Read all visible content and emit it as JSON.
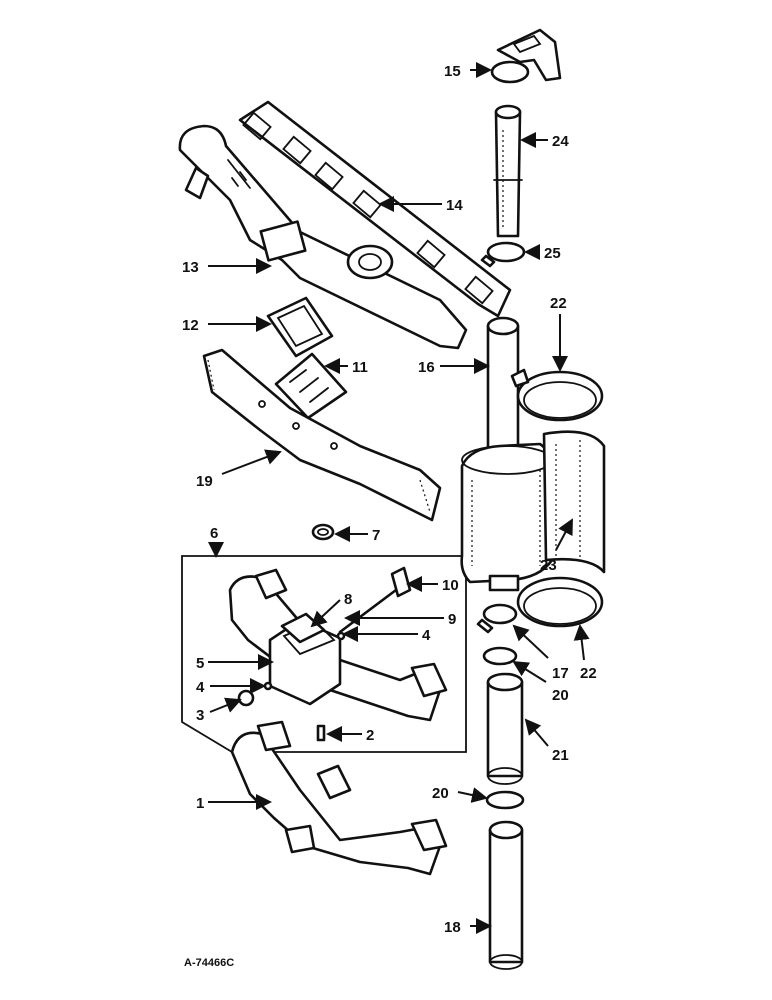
{
  "callouts": {
    "c1": "1",
    "c2": "2",
    "c3": "3",
    "c4a": "4",
    "c4b": "4",
    "c5": "5",
    "c6": "6",
    "c7": "7",
    "c8": "8",
    "c9": "9",
    "c10": "10",
    "c11": "11",
    "c12": "12",
    "c13": "13",
    "c14": "14",
    "c15": "15",
    "c16": "16",
    "c17": "17",
    "c18": "18",
    "c19": "19",
    "c20a": "20",
    "c20b": "20",
    "c21": "21",
    "c22a": "22",
    "c22b": "22",
    "c23": "23",
    "c24": "24",
    "c25": "25"
  },
  "drawing_code": "A-74466C"
}
